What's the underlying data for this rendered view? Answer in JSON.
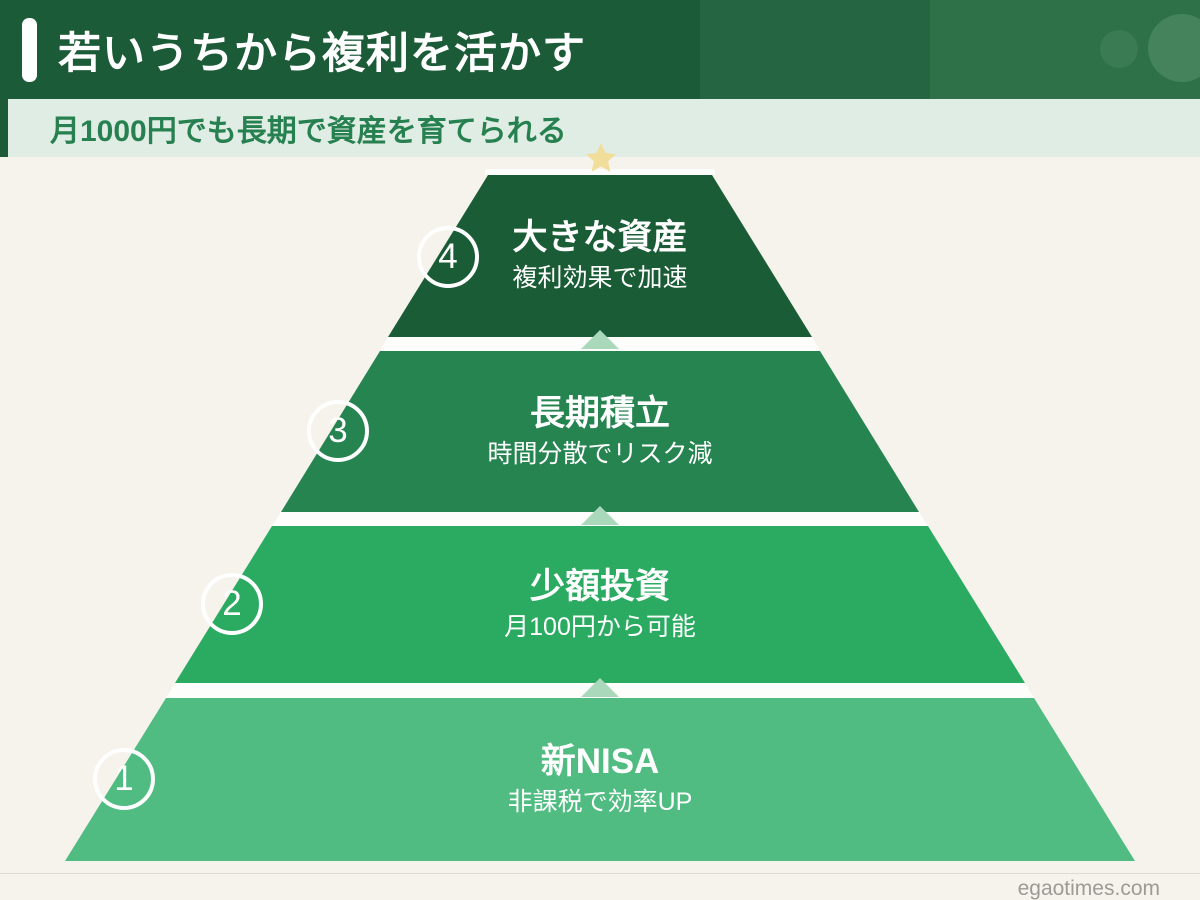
{
  "header": {
    "title": "若いうちから複利を活かす"
  },
  "subheader": {
    "text": "月1000円でも長期で資産を育てられる"
  },
  "pyramid": {
    "star_color": "#f1de9b",
    "arrow_color": "#a9d8bb",
    "gap_color": "#fdfdfc",
    "levels": [
      {
        "number": "4",
        "title": "大きな資産",
        "subtitle": "複利効果で加速",
        "color": "#1a5c35"
      },
      {
        "number": "3",
        "title": "長期積立",
        "subtitle": "時間分散でリスク減",
        "color": "#268450"
      },
      {
        "number": "2",
        "title": "少額投資",
        "subtitle": "月100円から可能",
        "color": "#2bab61"
      },
      {
        "number": "1",
        "title": "新NISA",
        "subtitle": "非課税で効率UP",
        "color": "#50bc81"
      }
    ]
  },
  "footer": {
    "site": "egaotimes.com"
  }
}
